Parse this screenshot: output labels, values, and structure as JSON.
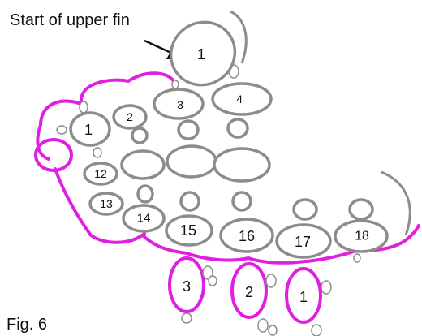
{
  "annotation": "Start of upper fin",
  "caption": "Fig. 6",
  "colors": {
    "ring": "#8c8c8c",
    "edge": "#e020e0",
    "text": "#111111",
    "bg": "#ffffff"
  },
  "rings": {
    "upper_fin": "1",
    "upper_row": [
      "1",
      "2",
      "3",
      "4"
    ],
    "left_inner": [
      "12",
      "13",
      "14"
    ],
    "bottom_row": [
      "15",
      "16",
      "17",
      "18"
    ],
    "lower_fins": [
      "3",
      "2",
      "1"
    ]
  }
}
